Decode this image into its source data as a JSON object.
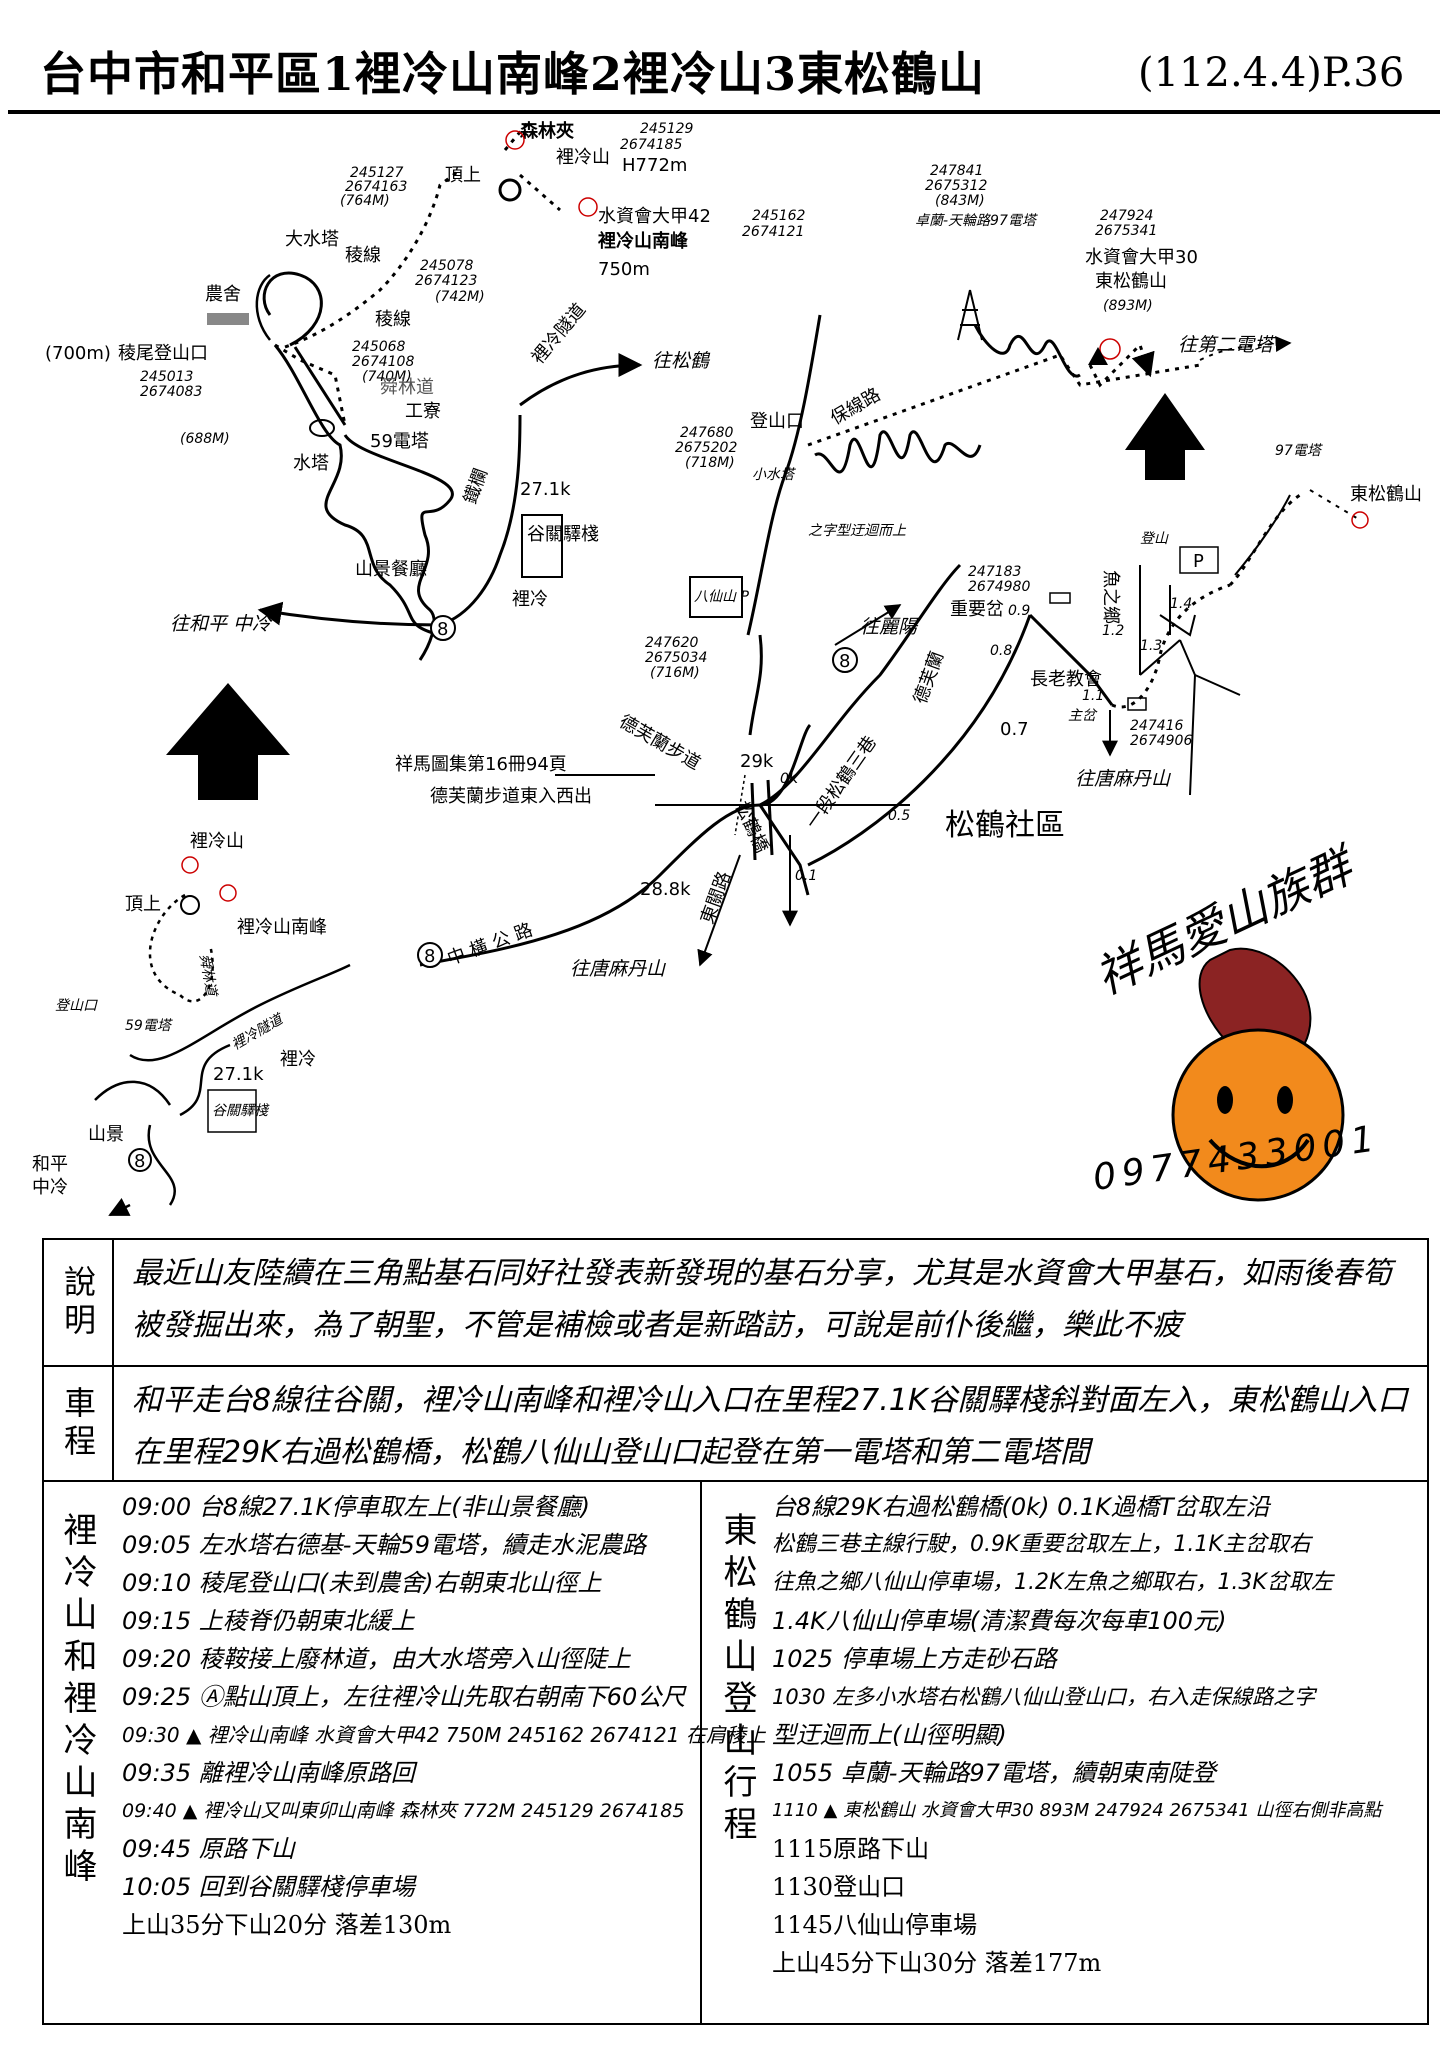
{
  "header": {
    "title": "台中市和平區1裡冷山南峰2裡冷山3東松鶴山",
    "date_page": "(112.4.4)P.36"
  },
  "map_upper": {
    "peak2_label": "森林夾",
    "peak2_name": "裡冷山",
    "peak2_height": "H772m",
    "peak2_coords": [
      "245129",
      "2674185"
    ],
    "peak1_label": "水資會大甲42",
    "peak1_name": "裡冷山南峰",
    "peak1_height": "750m",
    "peak1_coords": [
      "245162",
      "2674121"
    ],
    "summit_label": "頂上",
    "summit_coords": [
      "245127",
      "2674163",
      "(764M)"
    ],
    "water_tower_big": "大水塔",
    "ridge_junction": "稜線",
    "ridge_coords": [
      "245078",
      "2674123",
      "(742M)"
    ],
    "ridge_label": "稜線",
    "ridge2_coords": [
      "245068",
      "2674108",
      "(740M)"
    ],
    "farmhouse": "農舍",
    "trailhead_elev": "(700m)",
    "trailhead": "稜尾登山口",
    "trailhead_coords": [
      "245013",
      "2674083"
    ],
    "forest_road": "舜林道",
    "work_shed": "工寮",
    "tower59": "59電塔",
    "water_tower": "水塔",
    "water_elev": "(688M)",
    "tunnel": "裡冷隧道",
    "to_songhe": "往松鶴",
    "iron_fence": "鐵欄",
    "km271": "27.1k",
    "station": "谷關驛棧",
    "restaurant": "山景餐廳",
    "lileng": "裡冷",
    "to_heping": "往和平 中冷"
  },
  "map_east": {
    "tower1_coords": [
      "247841",
      "2675312",
      "(843M)"
    ],
    "tower1_label": "卓蘭-天輪路97電塔",
    "peak3_coords": [
      "247924",
      "2675341"
    ],
    "peak3_label": "水資會大甲30",
    "peak3_name": "東松鶴山",
    "peak3_height": "(893M)",
    "to_tower2": "往第二電塔",
    "trail_start": "登山口",
    "trail_name": "保線路",
    "start_coords": [
      "247680",
      "2675202",
      "(718M)"
    ],
    "small_tower": "小水塔",
    "zigzag": "之字型迂迴而上",
    "baxian_p": "八仙山 P",
    "p_coords": [
      "247620",
      "2675034",
      "(716M)"
    ]
  },
  "map_lower": {
    "to_liyang": "往麗陽",
    "fork_coords": [
      "247183",
      "2674980"
    ],
    "fork_label": "重要岔",
    "km09": "0.9",
    "km08": "0.8",
    "church": "長老教會",
    "km07": "0.7",
    "defulan": "德芙蘭",
    "km11": "1.1",
    "main_fork": "主岔",
    "km12": "1.2",
    "km13": "1.3",
    "fish_village": "魚之鄉",
    "km14": "1.4",
    "yucoords": [
      "247416",
      "2674906"
    ],
    "to_tangmadan": "往唐麻丹山",
    "xiangma_ref": "祥馬圖集第16冊94頁",
    "defulan_trail": "德芙蘭步道東入西出",
    "defulan_trail2": "德芙蘭步道",
    "km29": "29k",
    "km0": "0K",
    "songhe_lane": "一段松鶴三巷",
    "bridge": "松鶴橋",
    "km05": "0.5",
    "km01": "0.1",
    "dongguan": "東關路",
    "songhe_village": "松鶴社區",
    "central_road": "中 橫 公 路",
    "km288": "28.8k",
    "to_tangmadan2": "往唐麻丹山",
    "route8": "8",
    "east_peak_label": "東松鶴山",
    "tower97": "97電塔",
    "baxian_trail": "登山"
  },
  "map_inset": {
    "peak2": "裡冷山",
    "peak1": "裡冷山南峰",
    "summit": "頂上",
    "trailhead": "登山口",
    "tower59": "59電塔",
    "forest": "舜林道",
    "tunnel": "裡冷隧道",
    "km": "27.1k",
    "lileng": "裡冷",
    "station": "谷關驛棧",
    "restaurant": "山景",
    "to_heping": "和平",
    "to_zhongleng": "中冷"
  },
  "logo": {
    "text": "祥馬愛山族群",
    "phone": "0977433001"
  },
  "explanation": {
    "label": "說明",
    "text": "最近山友陸續在三角點基石同好社發表新發現的基石分享，尤其是水資會大甲基石，如雨後春筍被發掘出來，為了朝聖，不管是補檢或者是新踏訪，可說是前仆後繼，樂此不疲"
  },
  "drive": {
    "label": "車程",
    "text": "和平走台8線往谷關，裡冷山南峰和裡冷山入口在里程27.1K谷關驛棧斜對面左入，東松鶴山入口在里程29K右過松鶴橋，松鶴八仙山登山口起登在第一電塔和第二電塔間"
  },
  "schedule_left": {
    "title": "裡冷山和裡冷山南峰",
    "items": [
      "09:00 台8線27.1K停車取左上(非山景餐廳)",
      "09:05 左水塔右德基-天輪59電塔，續走水泥農路",
      "09:10 稜尾登山口(未到農舍)右朝東北山徑上",
      "09:15 上稜脊仍朝東北緩上",
      "09:20 稜鞍接上廢林道，由大水塔旁入山徑陡上",
      "09:25 Ⓐ點山頂上，左往裡冷山先取右朝南下60公尺",
      "09:30 ▲ 裡冷山南峰 水資會大甲42 750M 245162 2674121 在肩稜上",
      "09:35 離裡冷山南峰原路回",
      "09:40 ▲ 裡冷山又叫東卯山南峰 森林夾 772M 245129 2674185",
      "09:45 原路下山",
      "10:05 回到谷關驛棧停車場"
    ],
    "summary": "上山35分下山20分 落差130m"
  },
  "schedule_right": {
    "title": "東松鶴山登山行程",
    "items": [
      "台8線29K右過松鶴橋(0k) 0.1K過橋T岔取左沿",
      "松鶴三巷主線行駛，0.9K重要岔取左上，1.1K主岔取右",
      "往魚之鄉八仙山停車場，1.2K左魚之鄉取右，1.3K岔取左",
      "1.4K八仙山停車場(清潔費每次每車100元)",
      "1025 停車場上方走砂石路",
      "1030 左多小水塔右松鶴八仙山登山口，右入走保線路之字",
      "型迂迴而上(山徑明顯)",
      "1055 卓蘭-天輪路97電塔，續朝東南陡登",
      "1110 ▲ 東松鶴山 水資會大甲30 893M 247924 2675341 山徑右側非高點"
    ],
    "plain_items": [
      "1115原路下山",
      "1130登山口",
      "1145八仙山停車場"
    ],
    "summary": "上山45分下山30分 落差177m"
  }
}
